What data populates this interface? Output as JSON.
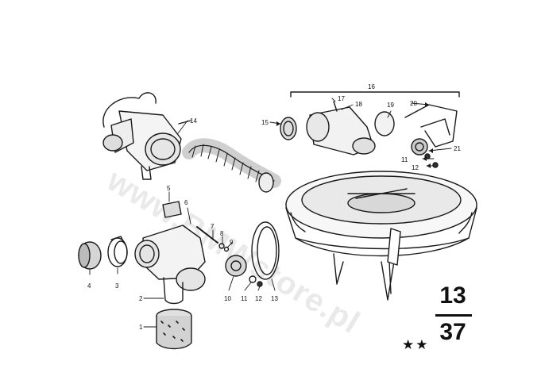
{
  "diagram": {
    "part_labels": [
      "1",
      "2",
      "3",
      "4",
      "5",
      "6",
      "7",
      "8",
      "9",
      "10",
      "11",
      "12",
      "13",
      "14",
      "15",
      "16",
      "17",
      "18",
      "19",
      "20",
      "11",
      "12",
      "21"
    ],
    "sheet_number_top": "13",
    "sheet_number_bottom": "37",
    "stars": "★★",
    "watermark": "www.BMWstore.pl"
  }
}
